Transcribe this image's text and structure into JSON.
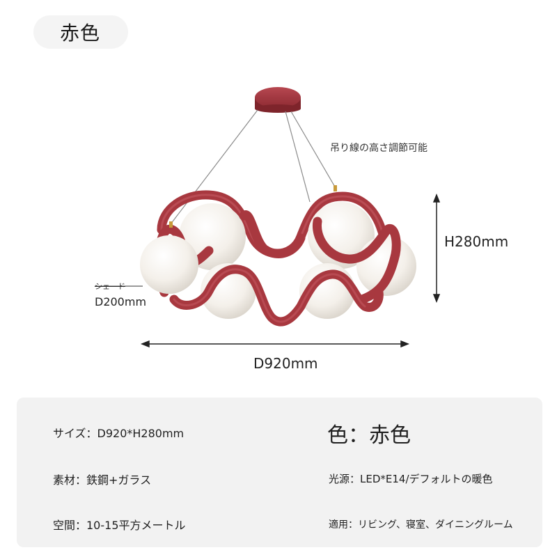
{
  "header": {
    "color_title": "赤色"
  },
  "diagram": {
    "hanging_note": "吊り線の高さ調節可能",
    "height_label": "H280mm",
    "shade_label": "シェード",
    "shade_size": "D200mm",
    "diameter_label": "D920mm"
  },
  "specs": {
    "size": "サイズ：D920*H280mm",
    "color": "色：赤色",
    "material": "素材：鉄鋼+ガラス",
    "light_source": "光源：LED*E14/デフォルトの暖色",
    "space": "空間：10-15平方メートル",
    "usage": "適用：リビング、寝室、ダイニングルーム"
  },
  "colors": {
    "frame": "#a8383f",
    "frame_dark": "#8e2b33",
    "globe": "#f3efe8",
    "panel": "#f2f2f2"
  }
}
